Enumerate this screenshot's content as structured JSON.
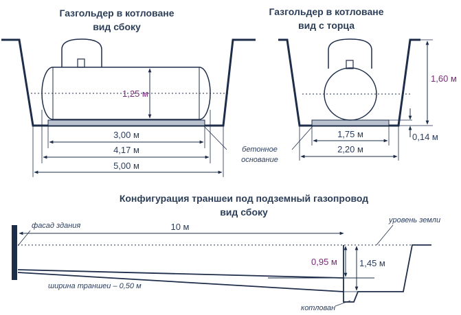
{
  "top_left": {
    "title_line1": "Газгольдер в котловане",
    "title_line2": "вид сбоку",
    "dim_height": "1,25 м",
    "dim_base": "3,00 м",
    "dim_tank": "4,17 м",
    "dim_pit": "5,00 м"
  },
  "top_right": {
    "title_line1": "Газгольдер в котловане",
    "title_line2": "вид с торца",
    "dim_depth": "1,60 м",
    "dim_base_thickness": "0,14 м",
    "dim_base": "1,75 м",
    "dim_pit": "2,20 м"
  },
  "concrete_note": {
    "line1": "бетонное",
    "line2": "основание"
  },
  "bottom": {
    "title_line1": "Конфигурация траншеи под подземный газопровод",
    "title_line2": "вид сбоку",
    "facade_label": "фасад здания",
    "length": "10 м",
    "ground_label": "уровень земли",
    "depth_start": "0,95 м",
    "depth_end": "1,45 м",
    "trench_width": "ширина траншеи – 0,50 м",
    "pit_label": "котлован"
  },
  "colors": {
    "line": "#1e2d4a",
    "text": "#2b3d5c",
    "accent_text": "#7a2a7a",
    "base_fill": "#b9c2ce"
  }
}
